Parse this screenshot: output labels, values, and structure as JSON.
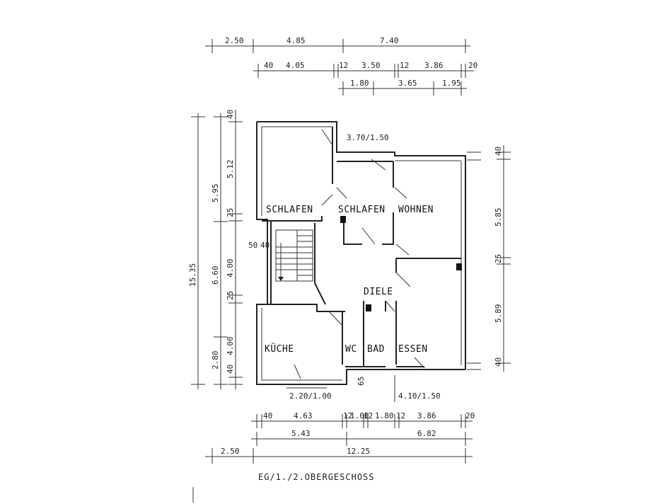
{
  "plan": {
    "title": "EG/1./2.OBERGESCHOSS",
    "rooms": {
      "schlafen_1": "SCHLAFEN",
      "schlafen_2": "SCHLAFEN",
      "wohnen": "WOHNEN",
      "diele": "DIELE",
      "kueche": "KÜCHE",
      "wc": "WC",
      "bad": "BAD",
      "essen": "ESSEN"
    },
    "window_labels": {
      "top": "3.70/1.50",
      "bottom_left": "2.20/1.00",
      "bottom_right": "4.10/1.50"
    },
    "dims_top": {
      "row1": [
        "2.50",
        "4.85",
        "7.40"
      ],
      "row2": [
        "40",
        "4.05",
        "12",
        "3.50",
        "12",
        "3.86",
        "20"
      ],
      "row3": [
        "1.80",
        "3.65",
        "1.95"
      ]
    },
    "dims_bottom": {
      "row1": [
        "40",
        "4.63",
        "12",
        "1.00",
        "12",
        "1.80",
        "12",
        "3.86",
        "20"
      ],
      "row2": [
        "5.43",
        "6.82"
      ],
      "row3": [
        "2.50",
        "12.25"
      ]
    },
    "dims_left": {
      "outer": "15.35",
      "col2": [
        "5.95",
        "6.60",
        "2.80"
      ],
      "col3": [
        "40",
        "5.12",
        "25",
        "4.00",
        "25",
        "4.00",
        "40"
      ],
      "stair": [
        "50",
        "40"
      ]
    },
    "dims_right": [
      "40",
      "5.85",
      "25",
      "5.89",
      "40"
    ],
    "dim_small": "65"
  }
}
